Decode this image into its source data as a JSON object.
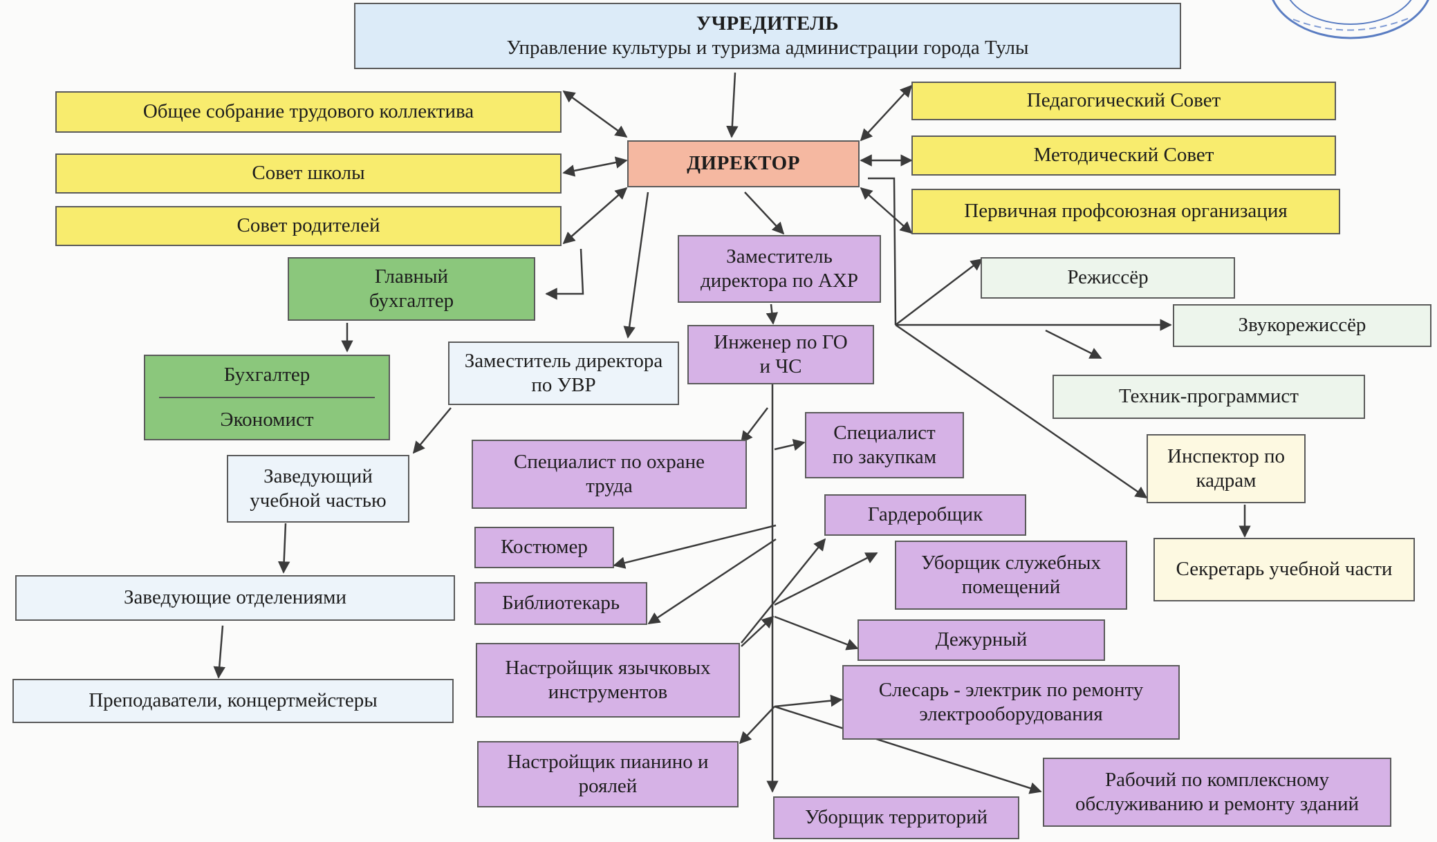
{
  "founder": {
    "title": "УЧРЕДИТЕЛЬ",
    "subtitle": "Управление культуры и туризма администрации города Тулы"
  },
  "director": "ДИРЕКТОР",
  "left_councils": [
    "Общее собрание трудового коллектива",
    "Совет школы",
    "Совет родителей"
  ],
  "right_councils": [
    "Педагогический Совет",
    "Методический Совет",
    "Первичная профсоюзная организация"
  ],
  "accounting": {
    "chief": "Главный бухгалтер",
    "accountant": "Бухгалтер",
    "economist": "Экономист"
  },
  "education": {
    "deputy": "Заместитель директора по УВР",
    "head": "Заведующий учебной частью",
    "departments": "Заведующие отделениями",
    "teachers": "Преподаватели, концертмейстеры"
  },
  "ahr": {
    "deputy": "Заместитель директора по АХР",
    "engineer": "Инженер по ГО и ЧС",
    "staff_left": [
      "Специалист по охране труда",
      "Костюмер",
      "Библиотекарь",
      "Настройщик язычковых инструментов",
      "Настройщик пианино и роялей"
    ],
    "staff_right": [
      "Специалист по закупкам",
      "Гардеробщик",
      "Уборщик служебных помещений",
      "Дежурный",
      "Слесарь - электрик по ремонту электрооборудования",
      "Рабочий по комплексному обслуживанию и ремонту зданий",
      "Уборщик территорий"
    ]
  },
  "technical": [
    "Режиссёр",
    "Звукорежиссёр",
    "Техник-программист"
  ],
  "hr": {
    "inspector": "Инспектор по кадрам",
    "secretary": "Секретарь учебной части"
  },
  "colors": {
    "founder": "#dcebf8",
    "councils": "#f8ec6e",
    "director": "#f5b8a1",
    "accounting": "#8bc77c",
    "ahr": "#d6b2e6",
    "education": "#edf4fa",
    "technical": "#edf5ec",
    "hr": "#fdf9e1"
  }
}
